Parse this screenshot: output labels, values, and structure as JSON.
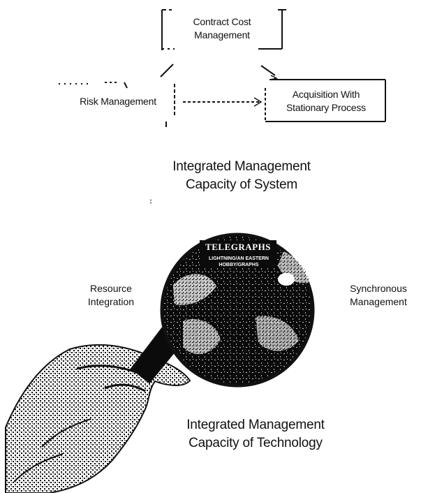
{
  "boxes": {
    "contract_cost": [
      "Contract Cost",
      "Management"
    ],
    "risk": "Risk Management",
    "acquisition": [
      "Acquisition With",
      "Stationary Process"
    ]
  },
  "system_heading": [
    "Integrated Management",
    "Capacity of System"
  ],
  "lens": {
    "title": "TELEGRAPHS",
    "subtitle": [
      "LIGHTNING/AN EASTERN",
      "HOBBY/GRAPHS"
    ]
  },
  "side_labels": {
    "left": [
      "Resource",
      "Integration"
    ],
    "right": [
      "Synchronous",
      "Management"
    ]
  },
  "technology_heading": [
    "Integrated Management",
    "Capacity of Technology"
  ],
  "colors": {
    "ink": "#111111",
    "lens": "#0b0b0b",
    "paper": "#ffffff"
  }
}
